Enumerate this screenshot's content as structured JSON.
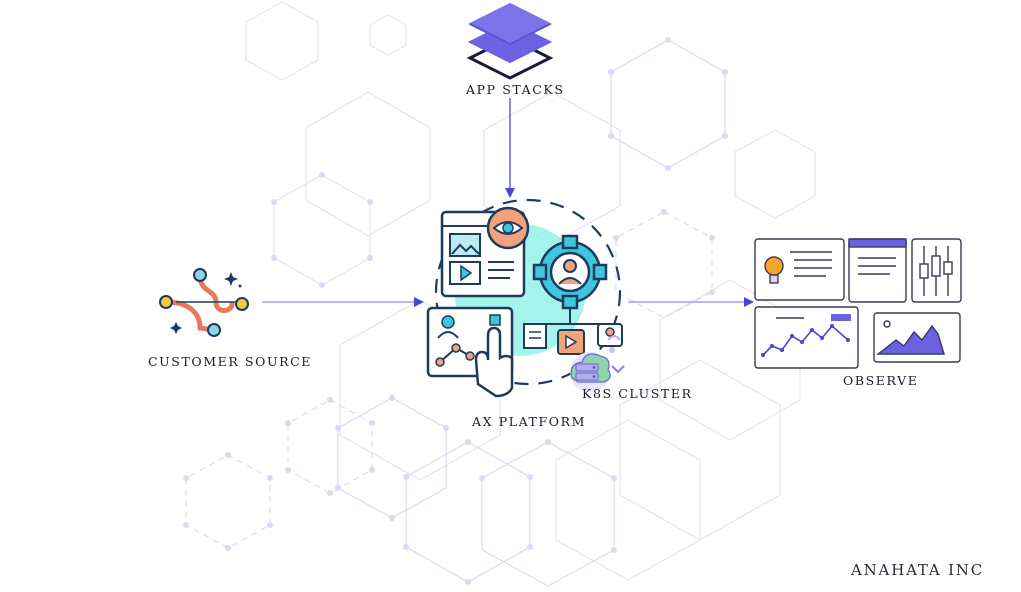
{
  "nodes": {
    "app_stacks": "APP STACKS",
    "customer_source": "CUSTOMER SOURCE",
    "ax_platform": "AX PLATFORM",
    "k8s_cluster": "K8S CLUSTER",
    "observe": "OBSERVE"
  },
  "brand": "ANAHATA INC",
  "edges": [
    {
      "from": "app_stacks",
      "to": "ax_platform"
    },
    {
      "from": "customer_source",
      "to": "ax_platform"
    },
    {
      "from": "ax_platform",
      "to": "observe"
    }
  ],
  "colors": {
    "accent": "#4a46d6",
    "hex_grid": "#e6e4ef",
    "icon_outline": "#1e3a5f",
    "icon_teal": "#3ec6dc",
    "icon_orange": "#f4a27c",
    "glow": "#7ff0e3",
    "purple": "#8b7fe0"
  }
}
